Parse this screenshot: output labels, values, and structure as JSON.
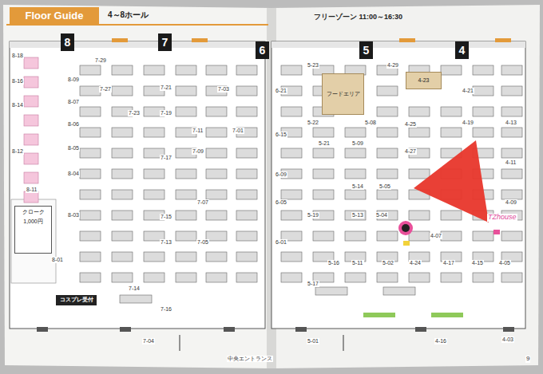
{
  "diagram": {
    "title": "Floor Guide",
    "nodes": [
      {
        "text": [
          "8"
        ]
      },
      {
        "text": [
          "7"
        ]
      },
      {
        "text": [
          "6"
        ]
      },
      {
        "text": [
          "5"
        ]
      },
      {
        "text": [
          "4"
        ]
      },
      {
        "text": [
          "フードエリア"
        ]
      },
      {
        "text": [
          "4-23"
        ]
      },
      {
        "text": [
          "クローク",
          "1,000円"
        ]
      },
      {
        "text": [
          "コスプレ受付"
        ]
      }
    ],
    "labels": [
      "4～8ホール",
      "フリーゾーン 11:00～16:30",
      "8-18",
      "8-16",
      "8-14",
      "8-12",
      "8-11",
      "8-09",
      "8-07",
      "8-06",
      "8-05",
      "8-04",
      "8-03",
      "8-01",
      "7-29",
      "7-27",
      "7-23",
      "7-21",
      "7-19",
      "7-17",
      "7-15",
      "7-13",
      "7-11",
      "7-09",
      "7-07",
      "7-05",
      "7-03",
      "7-01",
      "7-14",
      "7-16",
      "7-04",
      "6-21",
      "6-15",
      "6-09",
      "6-05",
      "6-01",
      "5-23",
      "5-22",
      "5-21",
      "5-19",
      "5-17",
      "5-16",
      "5-14",
      "5-13",
      "5-11",
      "5-09",
      "5-08",
      "5-05",
      "5-04",
      "5-02",
      "5-01",
      "4-29",
      "4-27",
      "4-25",
      "4-21",
      "4-19",
      "4-17",
      "4-15",
      "4-13",
      "4-11",
      "4-09",
      "4-07",
      "4-05",
      "4-03",
      "4-24",
      "4-16",
      "TZhouse",
      "中央エントランス",
      "9"
    ]
  }
}
